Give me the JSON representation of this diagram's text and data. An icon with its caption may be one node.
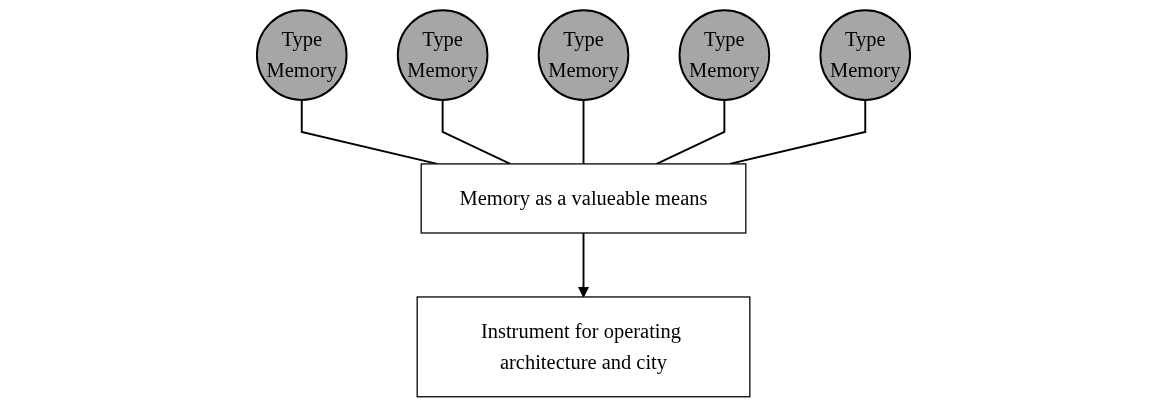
{
  "diagram": {
    "nodes": [
      {
        "text": [
          "Type",
          "Memory"
        ]
      },
      {
        "text": [
          "Type",
          "Memory"
        ]
      },
      {
        "text": [
          "Type",
          "Memory"
        ]
      },
      {
        "text": [
          "Type",
          "Memory"
        ]
      },
      {
        "text": [
          "Type",
          "Memory"
        ]
      },
      {
        "text": [
          "Memory as a valueable means"
        ]
      },
      {
        "text": [
          "Instrument for operating architecture and city"
        ]
      }
    ],
    "edges": [
      {
        "from": 0,
        "to": 5,
        "arrow": "none"
      },
      {
        "from": 1,
        "to": 5,
        "arrow": "none"
      },
      {
        "from": 2,
        "to": 5,
        "arrow": "none"
      },
      {
        "from": 3,
        "to": 5,
        "arrow": "none"
      },
      {
        "from": 4,
        "to": 5,
        "arrow": "none"
      },
      {
        "from": 5,
        "to": 6,
        "arrow": "to"
      }
    ]
  }
}
